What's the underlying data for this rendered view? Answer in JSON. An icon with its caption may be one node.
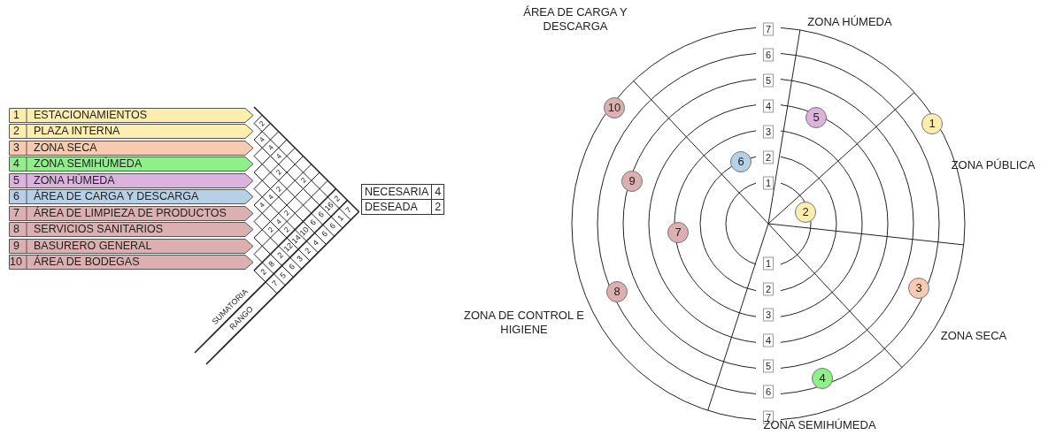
{
  "diagram": {
    "nodes": [
      {
        "text": [
          "1",
          "ESTACIONAMIENTOS"
        ]
      },
      {
        "text": [
          "2",
          "PLAZA INTERNA"
        ]
      },
      {
        "text": [
          "3",
          "ZONA SECA"
        ]
      },
      {
        "text": [
          "4",
          "ZONA SEMIHÚMEDA"
        ]
      },
      {
        "text": [
          "5",
          "ZONA HÚMEDA"
        ]
      },
      {
        "text": [
          "6",
          "ÁREA DE CARGA Y DESCARGA"
        ]
      },
      {
        "text": [
          "7",
          "ÁREA DE LIMPIEZA DE PRODUCTOS"
        ]
      },
      {
        "text": [
          "8",
          "SERVICIOS SANITARIOS"
        ]
      },
      {
        "text": [
          "9",
          "BASURERO GENERAL"
        ]
      },
      {
        "text": [
          "10",
          "ÁREA DE BODEGAS"
        ]
      },
      {
        "text": [
          "1"
        ]
      },
      {
        "text": [
          "2"
        ]
      },
      {
        "text": [
          "3"
        ]
      },
      {
        "text": [
          "4"
        ]
      },
      {
        "text": [
          "5"
        ]
      },
      {
        "text": [
          "6"
        ]
      },
      {
        "text": [
          "7"
        ]
      },
      {
        "text": [
          "8"
        ]
      },
      {
        "text": [
          "9"
        ]
      },
      {
        "text": [
          "10"
        ]
      }
    ],
    "labels": [
      "2",
      "4",
      "4",
      "4",
      "2",
      "2",
      "2",
      "4",
      "4",
      "2",
      "4",
      "2",
      "2",
      "SUMATORIA",
      "2",
      "8",
      "2",
      "12",
      "14",
      "10",
      "6",
      "6",
      "16",
      "2",
      "RANGO",
      "7",
      "5",
      "6",
      "3",
      "2",
      "4",
      "6",
      "6",
      "1",
      "7",
      "NECESARIA",
      "4",
      "DESEADA",
      "2",
      "ÁREA DE CARGA Y DESCARGA",
      "ZONA HÚMEDA",
      "ZONA PÚBLICA",
      "ZONA DE CONTROL E HIGIENE",
      "ZONA SECA",
      "ZONA SEMIHÚMEDA",
      "7",
      "6",
      "5",
      "4",
      "3",
      "2",
      "1",
      "1",
      "2",
      "3",
      "4",
      "5",
      "6",
      "7"
    ]
  }
}
